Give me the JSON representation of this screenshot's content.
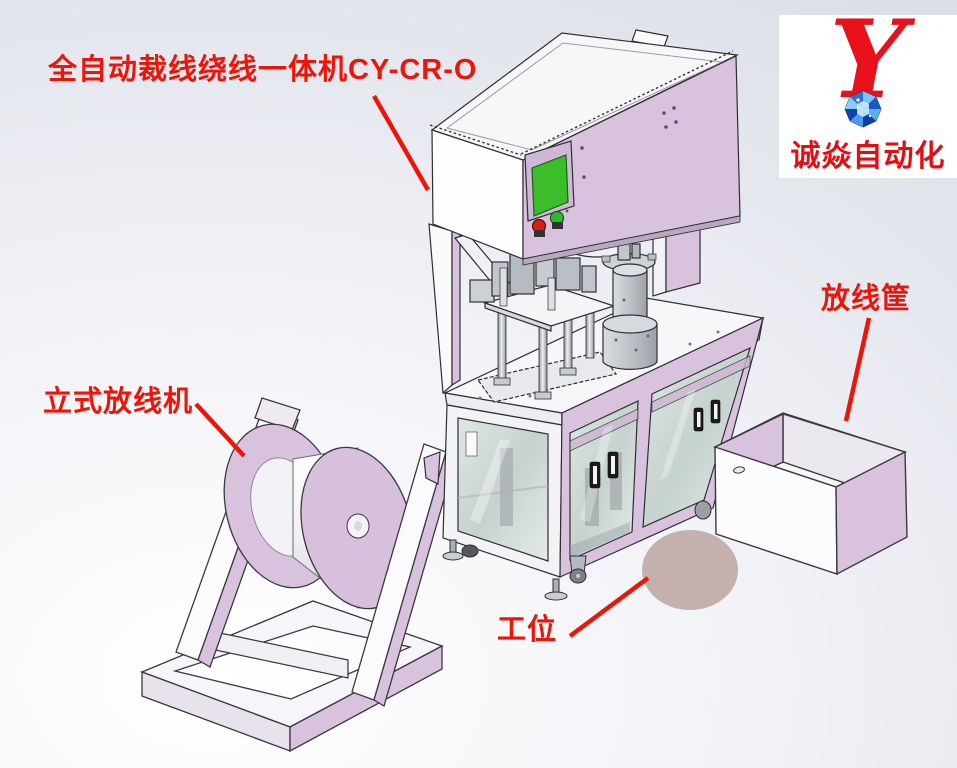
{
  "annotations": {
    "machine_title": "全自动裁线绕线一体机CY-CR-O",
    "spool_stand": "立式放线机",
    "wire_basket": "放线筐",
    "work_station": "工位"
  },
  "logo": {
    "monogram": "Y",
    "company_name": "诚焱自动化"
  },
  "colors": {
    "annotation_red": "#ee1407",
    "machine_lavender": "#d9c2de",
    "hmi_screen_green": "#3cbe2a",
    "station_marker_mauve": "#c4b0ad",
    "logo_red": "#e60d12",
    "gem_blue": "#2f7fe8"
  },
  "scene": {
    "type": "3d-cad-render",
    "parts": [
      "control-head-box",
      "hmi-panel",
      "winding-mechanism",
      "rotary-turret",
      "enclosure-cabinet",
      "glass-doors",
      "wire-spool",
      "spool-stand",
      "wire-basket",
      "work-station-marker"
    ]
  }
}
